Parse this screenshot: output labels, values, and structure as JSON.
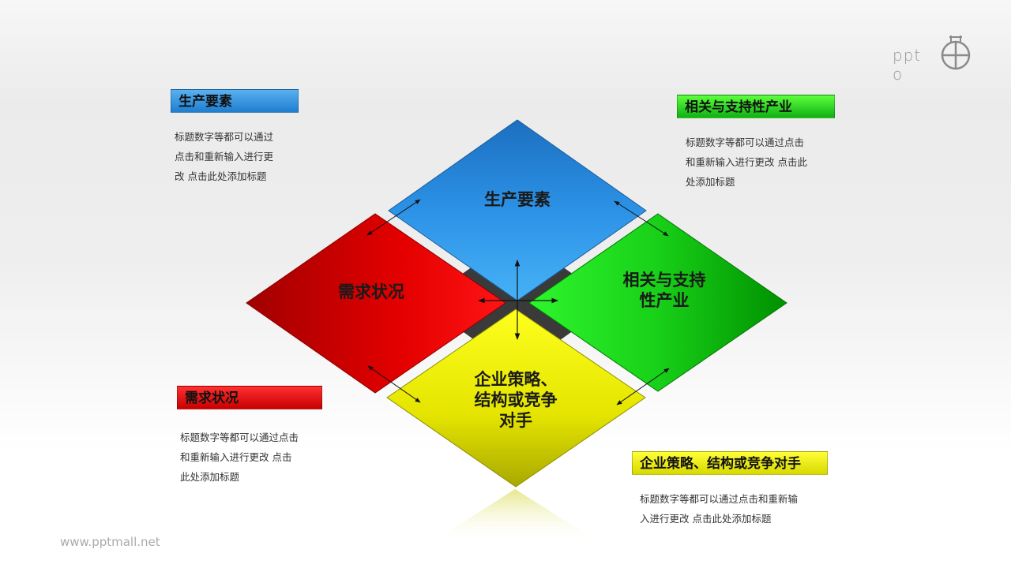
{
  "logo": {
    "text": "ppt o",
    "icon": "logo-circle-icon"
  },
  "diagram": {
    "top": {
      "title": "生产要素",
      "color": "#2a8ee0"
    },
    "left": {
      "title": "需求状况",
      "color": "#e00000"
    },
    "right": {
      "title": "相关与支持性产业",
      "title_line1": "相关与支持",
      "title_line2": "性产业",
      "color": "#16c216"
    },
    "bottom": {
      "title": "企业策略、结构或竞争对手",
      "title_line1": "企业策略、",
      "title_line2": "结构或竞争",
      "title_line3": "对手",
      "color": "#f0f000"
    }
  },
  "labels": {
    "top_left": {
      "title": "生产要素",
      "lines": [
        "标题数字等都可以通过",
        "点击和重新输入进行更",
        "改 点击此处添加标题"
      ]
    },
    "top_right": {
      "title": "相关与支持性产业",
      "lines": [
        "标题数字等都可以通过点击",
        "和重新输入进行更改 点击此",
        "处添加标题"
      ]
    },
    "bottom_left": {
      "title": "需求状况",
      "lines": [
        "标题数字等都可以通过点击",
        "和重新输入进行更改 点击",
        "此处添加标题"
      ]
    },
    "bottom_right": {
      "title": "企业策略、结构或竞争对手",
      "lines": [
        "标题数字等都可以通过点击和重新输",
        "入进行更改 点击此处添加标题"
      ]
    }
  },
  "footer": {
    "url": "www.pptmall.net"
  }
}
